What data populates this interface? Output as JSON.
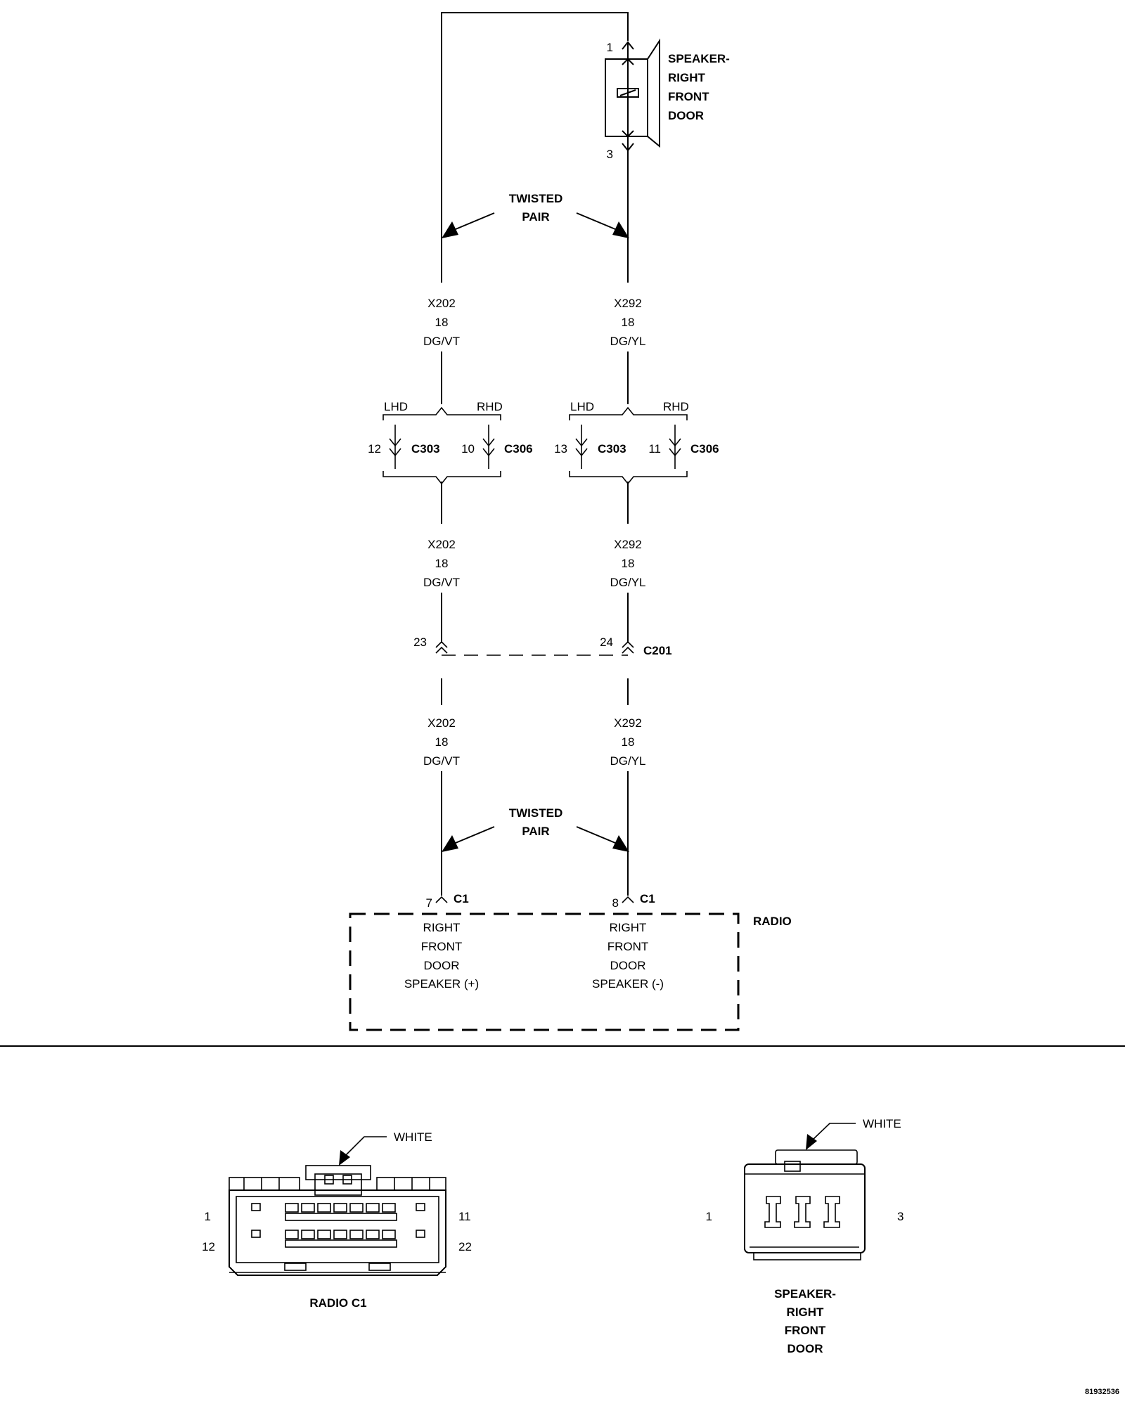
{
  "speaker": {
    "label_lines": [
      "SPEAKER-",
      "RIGHT",
      "FRONT",
      "DOOR"
    ],
    "pin_top": "1",
    "pin_bottom": "3"
  },
  "twisted_pair": {
    "line1": "TWISTED",
    "line2": "PAIR"
  },
  "circuit_left": {
    "code": "X202",
    "gauge": "18",
    "color": "DG/VT"
  },
  "circuit_right": {
    "code": "X292",
    "gauge": "18",
    "color": "DG/YL"
  },
  "split_left": {
    "lhd": "LHD",
    "rhd": "RHD",
    "pin_lhd": "12",
    "conn_lhd": "C303",
    "pin_rhd": "10",
    "conn_rhd": "C306"
  },
  "split_right": {
    "lhd": "LHD",
    "rhd": "RHD",
    "pin_lhd": "13",
    "conn_lhd": "C303",
    "pin_rhd": "11",
    "conn_rhd": "C306"
  },
  "c201": {
    "pin_left": "23",
    "pin_right": "24",
    "name": "C201"
  },
  "radio": {
    "name": "RADIO",
    "pin_left": "7",
    "pin_right": "8",
    "conn": "C1",
    "func_left": [
      "RIGHT",
      "FRONT",
      "DOOR",
      "SPEAKER (+)"
    ],
    "func_right": [
      "RIGHT",
      "FRONT",
      "DOOR",
      "SPEAKER (-)"
    ]
  },
  "radio_c1_view": {
    "color_label": "WHITE",
    "pin_tl": "1",
    "pin_bl": "12",
    "pin_tr": "11",
    "pin_br": "22",
    "caption": "RADIO C1"
  },
  "speaker_view": {
    "color_label": "WHITE",
    "pin_left": "1",
    "pin_right": "3",
    "caption_lines": [
      "SPEAKER-",
      "RIGHT",
      "FRONT",
      "DOOR"
    ]
  },
  "figure_id": "81932536"
}
